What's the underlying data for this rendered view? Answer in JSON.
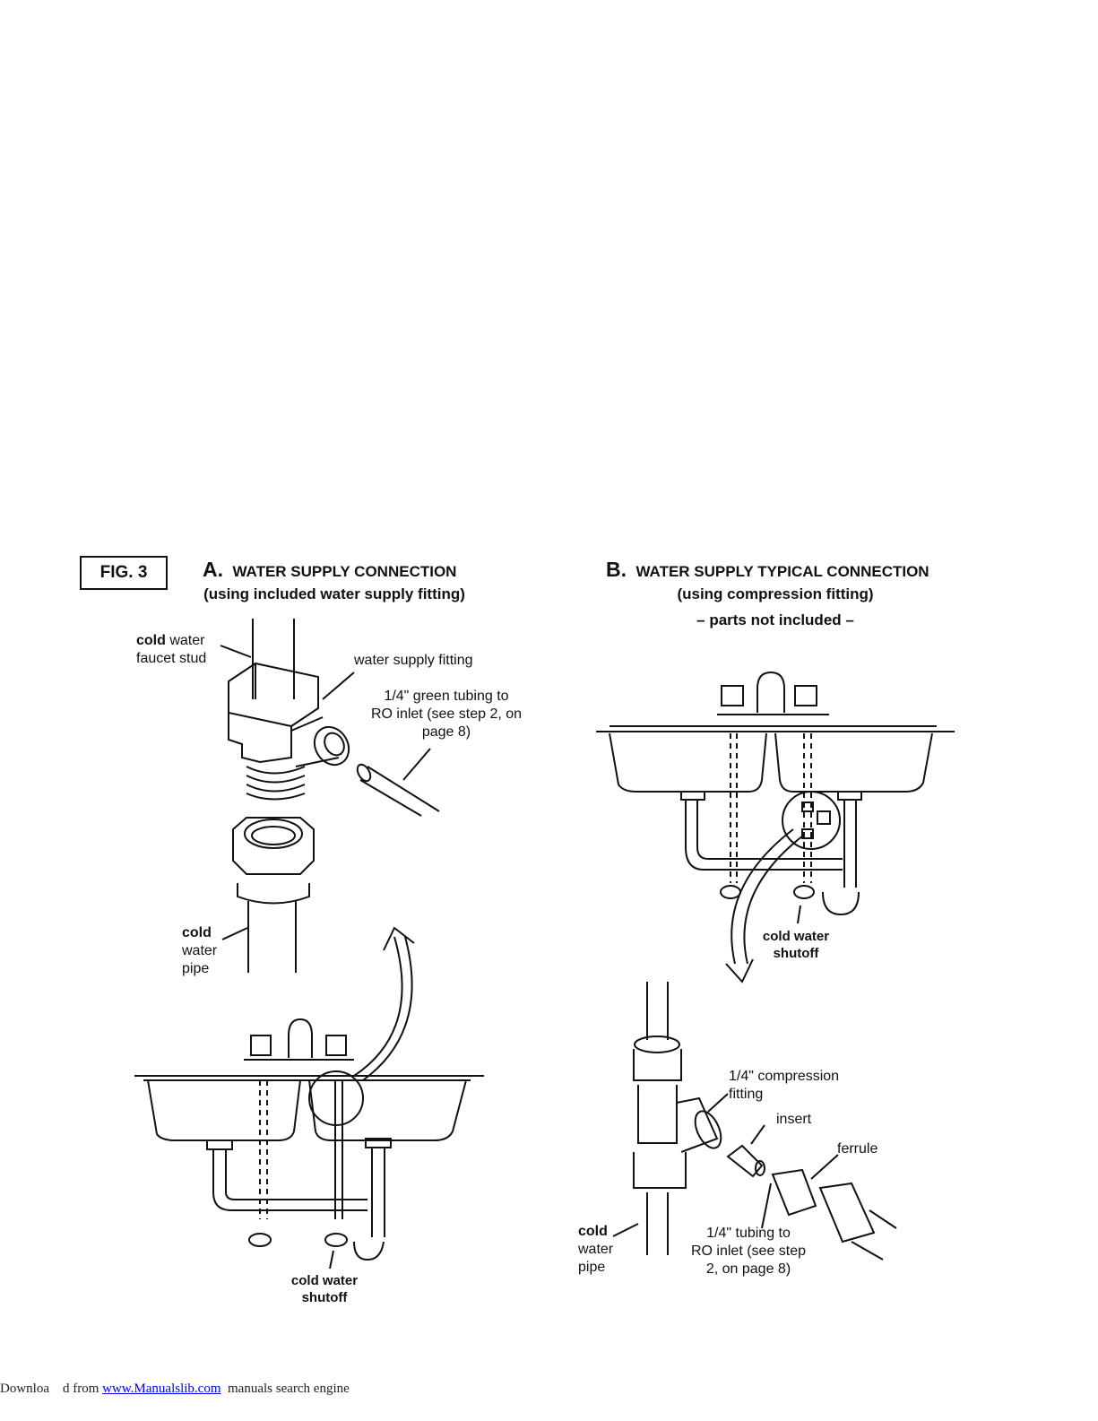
{
  "figure": {
    "label": "FIG. 3"
  },
  "section_a": {
    "letter": "A.",
    "title": "WATER SUPPLY CONNECTION",
    "subtitle": "(using included water supply fitting)",
    "labels": {
      "faucet_stud_bold": "cold",
      "faucet_stud_rest1": " water",
      "faucet_stud_rest2": "faucet stud",
      "supply_fitting": "water supply fitting",
      "tubing_line1": "1/4\"  green tubing to",
      "tubing_line2": "RO inlet (see step 2, on",
      "tubing_line3": "page 8)",
      "pipe_bold": "cold",
      "pipe_line2": "water",
      "pipe_line3": "pipe",
      "shutoff_line1": "cold water",
      "shutoff_line2": "shutoff"
    }
  },
  "section_b": {
    "letter": "B.",
    "title": "WATER SUPPLY TYPICAL CONNECTION",
    "subtitle": "(using compression fitting)",
    "note": "– parts not included –",
    "labels": {
      "shutoff_line1": "cold water",
      "shutoff_line2": "shutoff",
      "compression_line1": "1/4\" compression",
      "compression_line2": "fitting",
      "insert": "insert",
      "ferrule": "ferrule",
      "pipe_bold": "cold",
      "pipe_line2": "water",
      "pipe_line3": "pipe",
      "tubing_line1": "1/4\"  tubing to",
      "tubing_line2": "RO inlet (see step",
      "tubing_line3": "2, on page 8)"
    }
  },
  "footer": {
    "prefix": "Downloa    d from ",
    "link": "www.Manualslib.com",
    "suffix": "  manuals search engine"
  }
}
